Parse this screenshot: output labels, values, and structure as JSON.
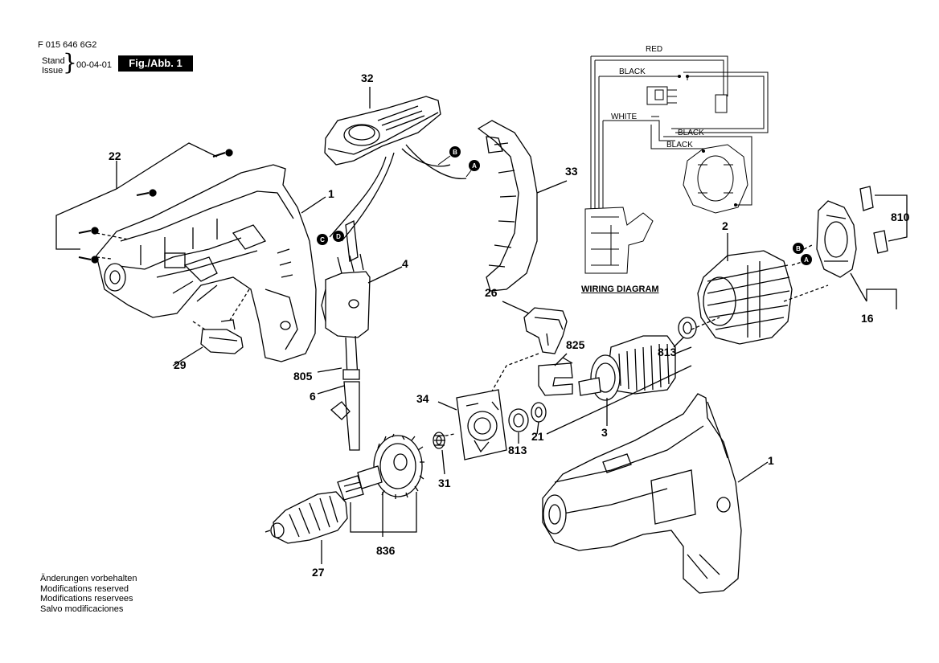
{
  "header": {
    "code": "F 015 646 6G2",
    "stand_label": "Stand",
    "issue_label": "Issue",
    "date": "00-04-01",
    "figure": "Fig./Abb. 1"
  },
  "notes": [
    "Änderungen vorbehalten",
    "Modifications reserved",
    "Modifications reservees",
    "Salvo modificaciones"
  ],
  "wiring": {
    "title": "WIRING DIAGRAM",
    "wires": [
      "RED",
      "BLACK",
      "WHITE",
      "BLACK",
      "BLACK"
    ]
  },
  "connectors": [
    "A",
    "B",
    "C",
    "D",
    "A",
    "B"
  ],
  "parts": {
    "p22": "22",
    "p1a": "1",
    "p29": "29",
    "p32": "32",
    "p4": "4",
    "p805": "805",
    "p6": "6",
    "p33": "33",
    "p26": "26",
    "p825": "825",
    "p813a": "813",
    "p34": "34",
    "p813b": "813",
    "p21": "21",
    "p31": "31",
    "p3": "3",
    "p836": "836",
    "p27": "27",
    "p1b": "1",
    "p2": "2",
    "p810": "810",
    "p16": "16"
  }
}
